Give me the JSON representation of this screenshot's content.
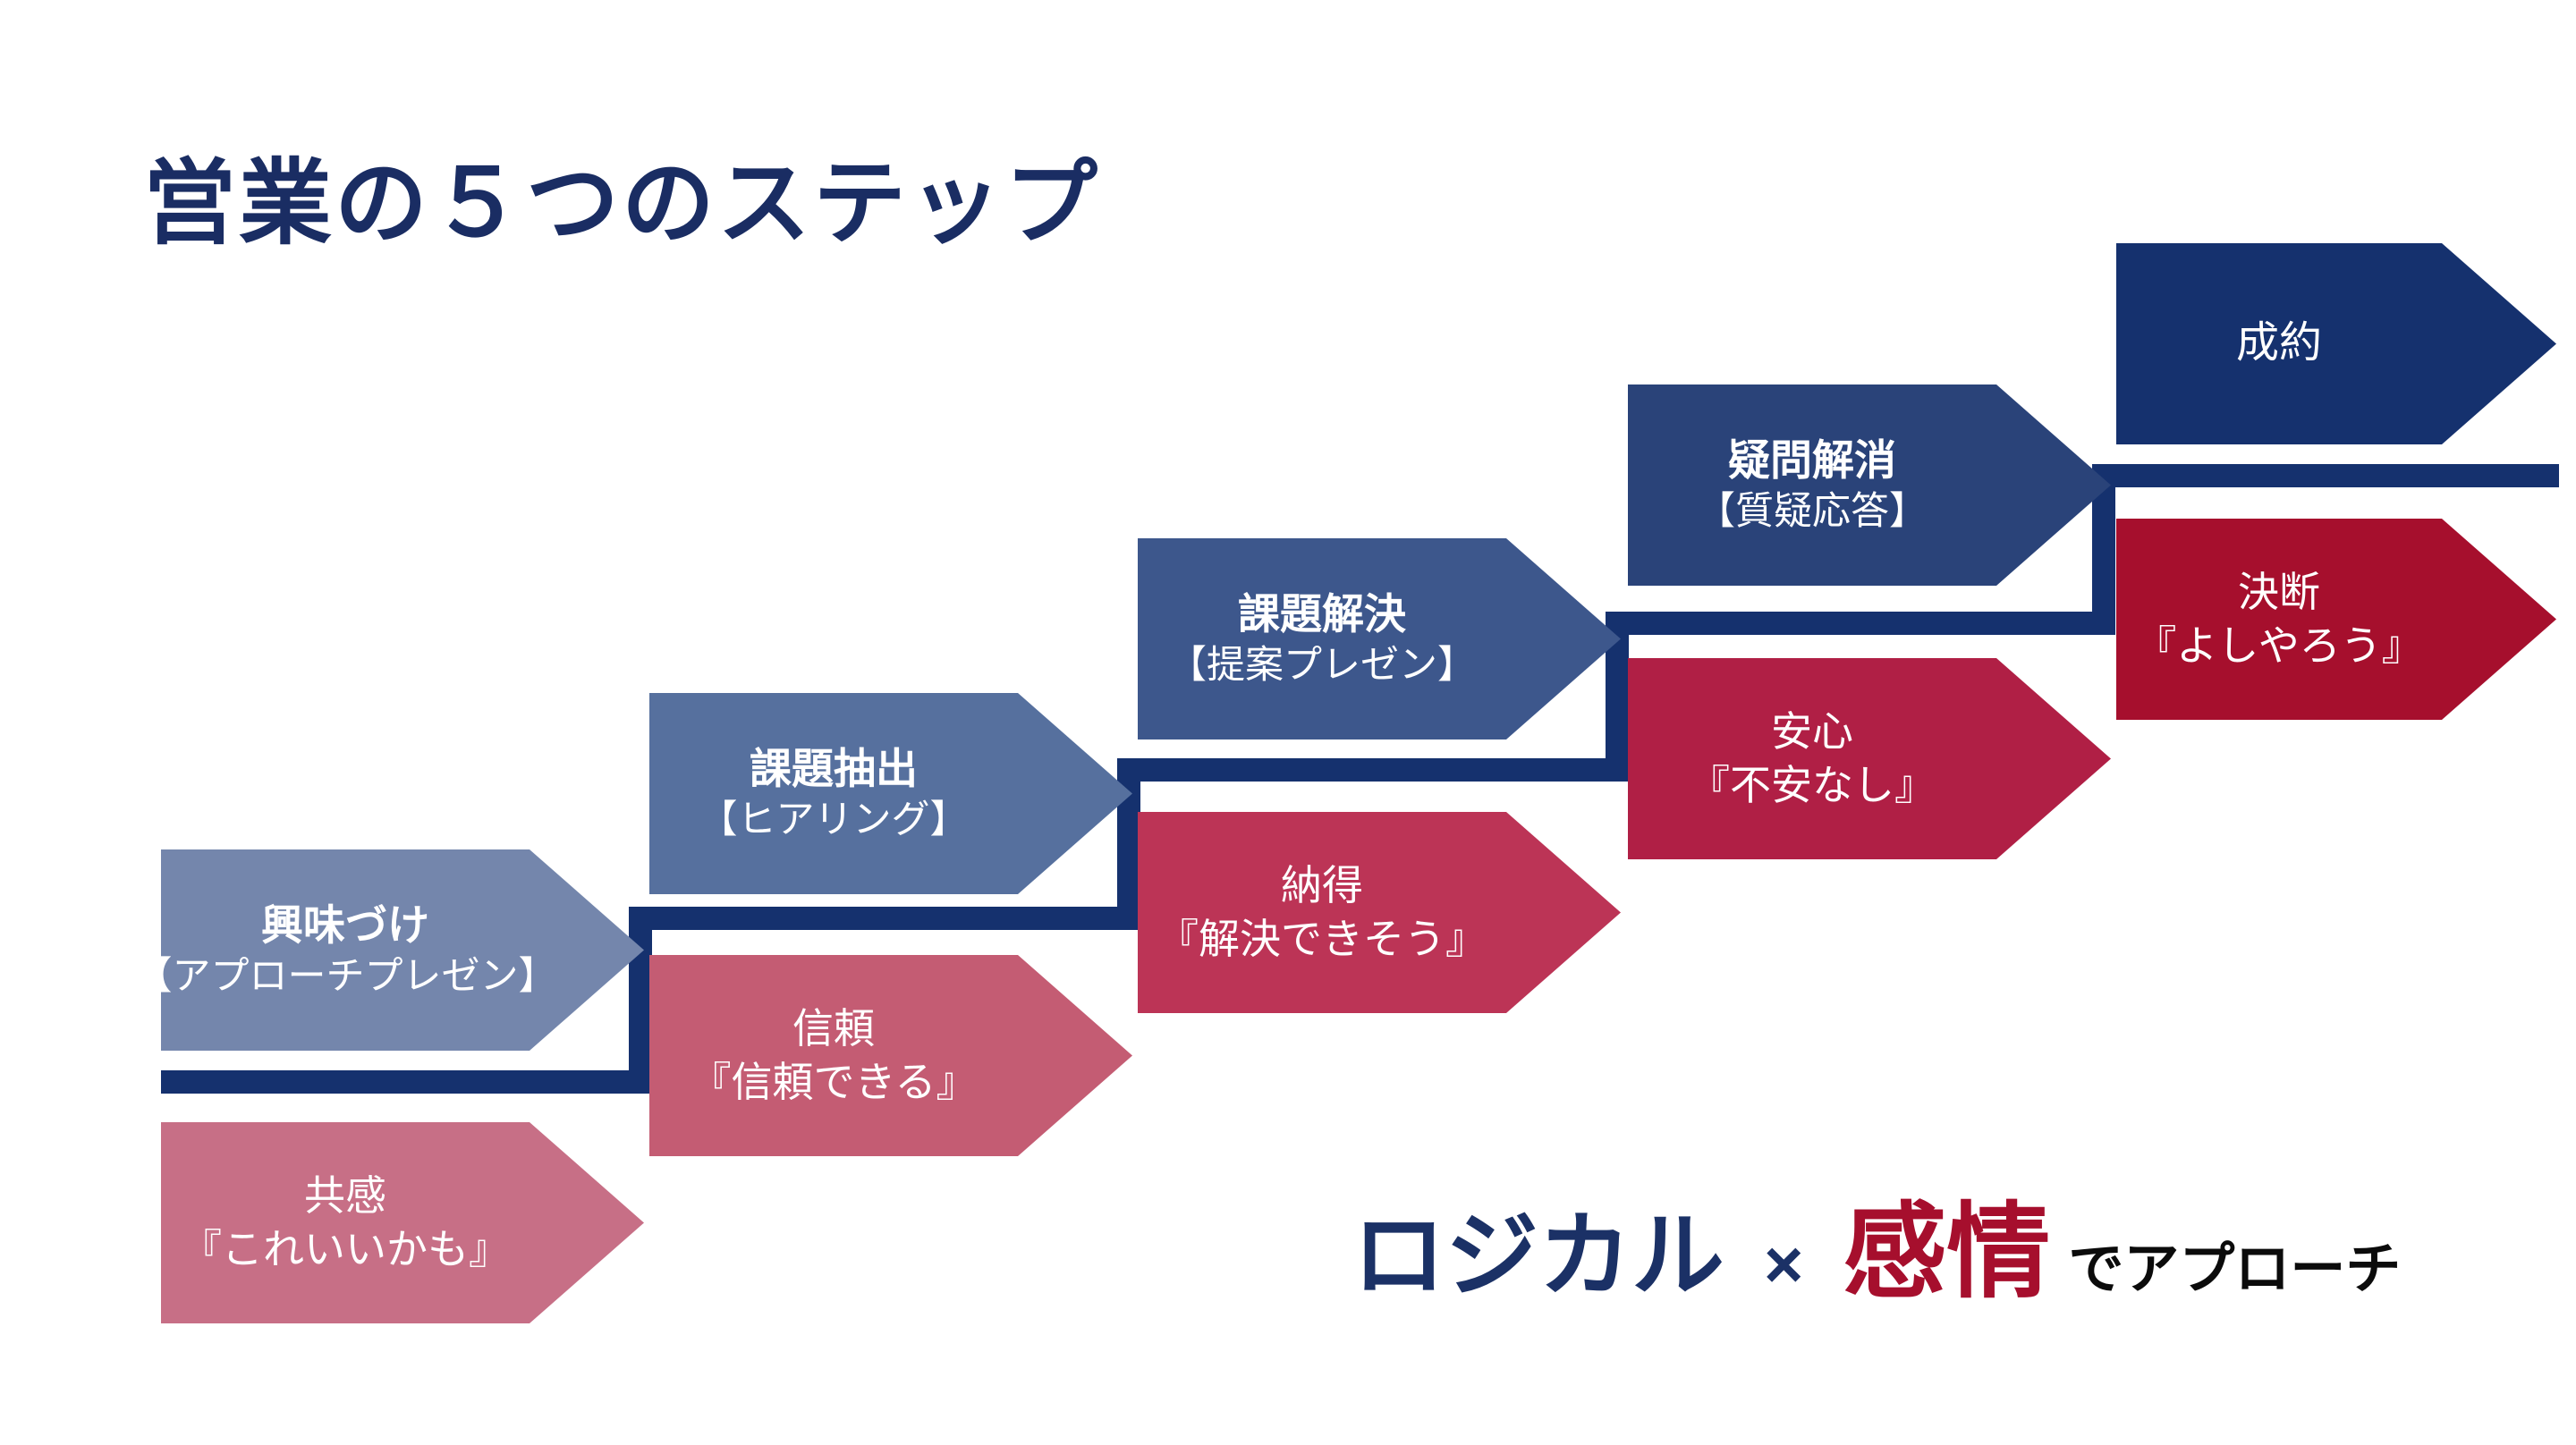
{
  "title": {
    "text": "営業の５つのステップ",
    "color": "#1A2D63"
  },
  "line": {
    "color": "#15316E"
  },
  "steps": [
    {
      "logic": {
        "label": "興味づけ",
        "sub": "【アプローチプレゼン】",
        "color": "#7486AC"
      },
      "emotion": {
        "label": "共感",
        "sub": "『これいいかも』",
        "color": "#C76F86"
      }
    },
    {
      "logic": {
        "label": "課題抽出",
        "sub": "【ヒアリング】",
        "color": "#56709E"
      },
      "emotion": {
        "label": "信頼",
        "sub": "『信頼できる』",
        "color": "#C45C73"
      }
    },
    {
      "logic": {
        "label": "課題解決",
        "sub": "【提案プレゼン】",
        "color": "#3D578C"
      },
      "emotion": {
        "label": "納得",
        "sub": "『解決できそう』",
        "color": "#BC3456"
      }
    },
    {
      "logic": {
        "label": "疑問解消",
        "sub": "【質疑応答】",
        "color": "#2A4379"
      },
      "emotion": {
        "label": "安心",
        "sub": "『不安なし』",
        "color": "#B01F45"
      }
    },
    {
      "logic": {
        "label": "成約",
        "sub": "",
        "color": "#15316E"
      },
      "emotion": {
        "label": "決断",
        "sub": "『よしやろう』",
        "color": "#A60F2D"
      }
    }
  ],
  "tagline": {
    "logical": "ロジカル",
    "times": "×",
    "emotion": "感情",
    "suffix": "でアプローチ",
    "logical_color": "#1B3166",
    "emotion_color": "#A60F2D",
    "suffix_color": "#0B0B0B"
  }
}
